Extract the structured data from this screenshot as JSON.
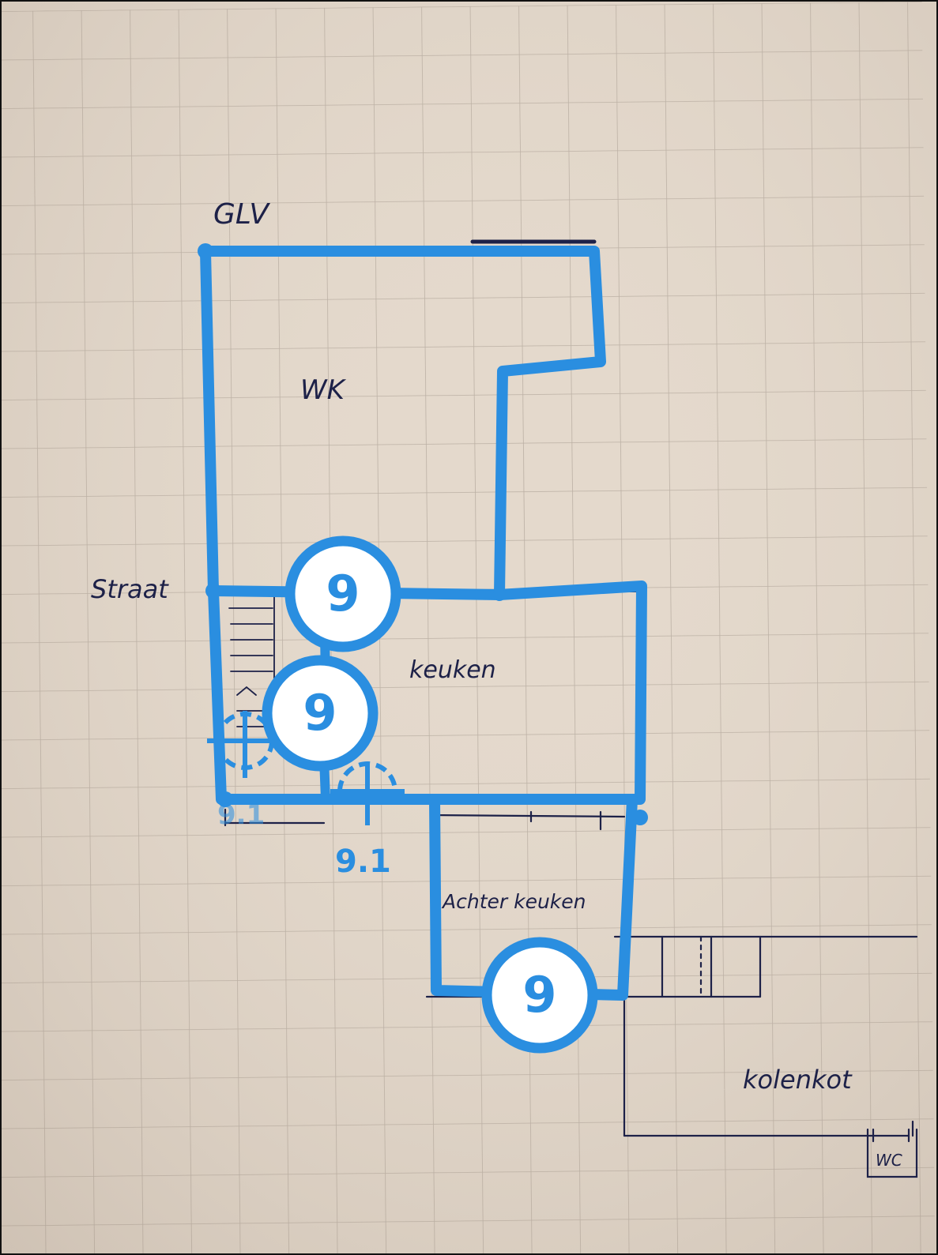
{
  "sketch": {
    "labels": {
      "floor": "GLV",
      "living_room": "WK",
      "street": "Straat",
      "kitchen": "keuken",
      "back_kitchen": "Achter keuken",
      "coal_shed": "kolenkot",
      "toilet": "WC"
    }
  },
  "overlay": {
    "accent_color": "#2a8ee0",
    "markers": [
      {
        "id": "marker-1",
        "label": "9"
      },
      {
        "id": "marker-2",
        "label": "9"
      },
      {
        "id": "marker-3",
        "label": "9"
      }
    ],
    "dimension_labels": [
      "9.1",
      "9.1"
    ]
  }
}
